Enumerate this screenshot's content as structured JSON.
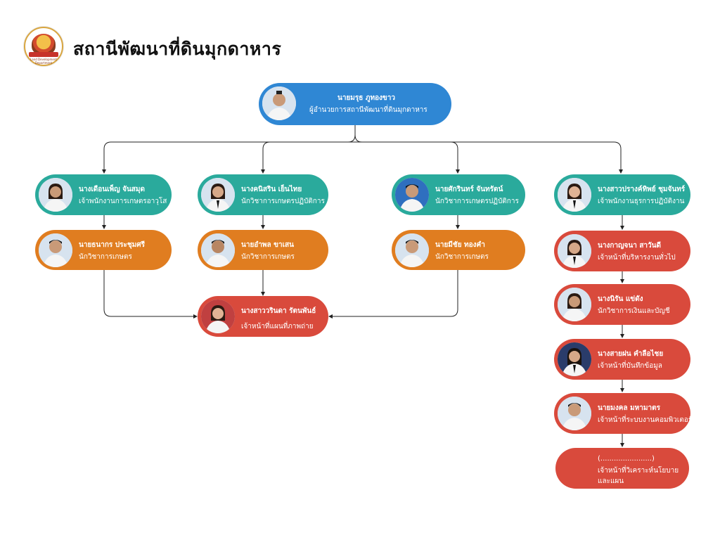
{
  "title": "สถานีพัฒนาที่ดินมุกดาหาร",
  "logo": {
    "icon": "land-development-department-logo-icon",
    "text": "Land Development Department"
  },
  "colors": {
    "teal": "#2aaa9c",
    "orange": "#e07d20",
    "red": "#d94a3c",
    "blue": "#2f87d4",
    "connector": "#222222"
  },
  "root": {
    "name": "นายมรุธ ภูทองขาว",
    "role": "ผู้อำนวยการสถานีพัฒนาที่ดินมุกดาหาร"
  },
  "column1": [
    {
      "name": "นางเดือนเพ็ญ จันสมุด",
      "role": "เจ้าพนักงานการเกษตรอาวุโส"
    },
    {
      "name": "นายธนากร ประชุมศรี",
      "role": "นักวิชาการเกษตร"
    }
  ],
  "column2": [
    {
      "name": "นางคนิสริน เย็นไทย",
      "role": "นักวิชาการเกษตรปฏิบัติการ"
    },
    {
      "name": "นายอำพล ขาเสน",
      "role": "นักวิชาการเกษตร"
    }
  ],
  "column3": [
    {
      "name": "นายศักรินทร์ จันทรัตน์",
      "role": "นักวิชาการเกษตรปฏิบัติการ"
    },
    {
      "name": "นายมีชัย ทองคำ",
      "role": "นักวิชาการเกษตร"
    }
  ],
  "shared": {
    "name": "นางสาววรินดา รัตนพันธ์",
    "role": "เจ้าหน้าที่แผนที่ภาพถ่าย"
  },
  "column4": [
    {
      "name": "นางสาวปรางค์ทิพย์ ชุมจันทร์",
      "role": "เจ้าพนักงานธุรการปฏิบัติงาน"
    },
    {
      "name": "นางกาญจนา สาวันดี",
      "role": "เจ้าหน้าที่บริหารงานทั่วไป"
    },
    {
      "name": "นางนิรัน แข่ดัง",
      "role": "นักวิชาการเงินและบัญชี"
    },
    {
      "name": "นางสายฝน คำลือไชย",
      "role": "เจ้าหน้าที่บันทึกข้อมูล"
    },
    {
      "name": "นายมงคล มหามาตร",
      "role": "เจ้าหน้าที่ระบบงานคอมพิวเตอร์"
    },
    {
      "name": "(.......................)",
      "role": "เจ้าหน้าที่วิเคราะห์นโยบาย",
      "role2": "และแผน"
    }
  ]
}
